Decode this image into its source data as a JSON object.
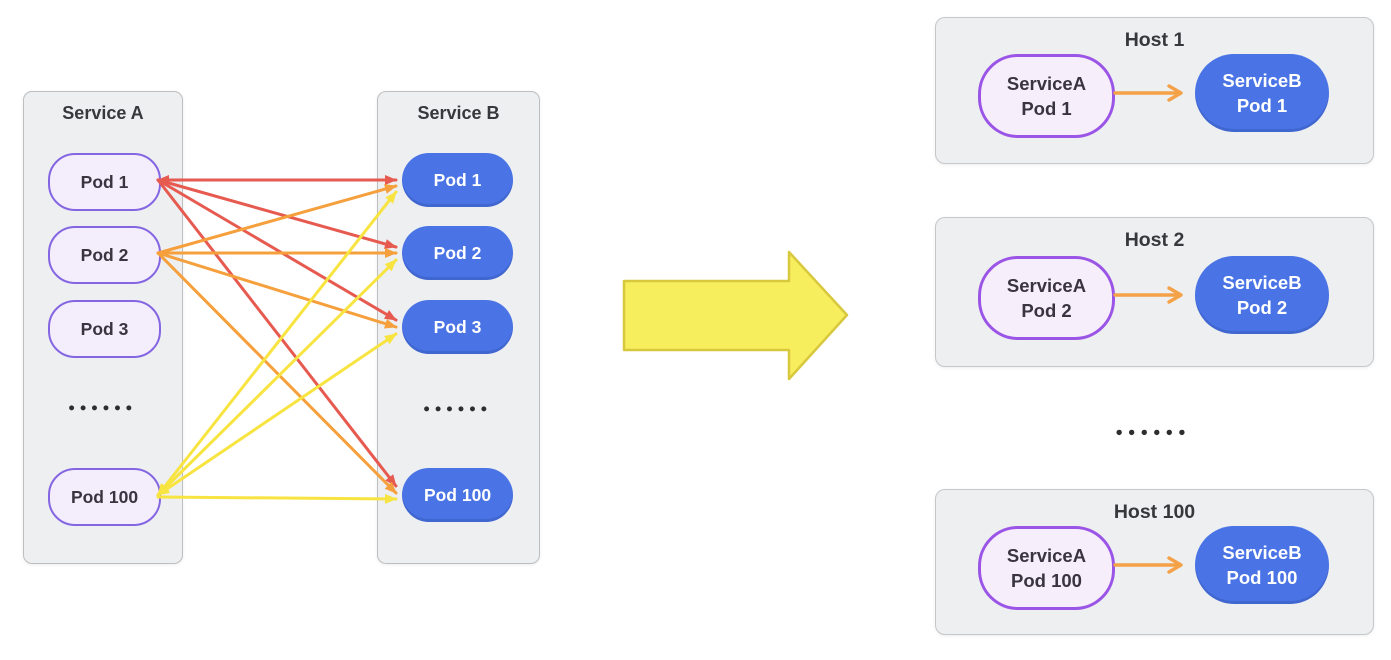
{
  "service_a": {
    "title": "Service A",
    "pods": [
      {
        "label": "Pod 1"
      },
      {
        "label": "Pod 2"
      },
      {
        "label": "Pod 3"
      },
      {
        "label": "Pod 100"
      }
    ],
    "ellipsis": "●●●●●●"
  },
  "service_b": {
    "title": "Service B",
    "pods": [
      {
        "label": "Pod 1"
      },
      {
        "label": "Pod 2"
      },
      {
        "label": "Pod 3"
      },
      {
        "label": "Pod 100"
      }
    ],
    "ellipsis": "●●●●●●"
  },
  "connections": [
    {
      "from": "Service A Pod 1",
      "to": "Service B Pod 1",
      "color": "red"
    },
    {
      "from": "Service A Pod 1",
      "to": "Service B Pod 2",
      "color": "red"
    },
    {
      "from": "Service A Pod 1",
      "to": "Service B Pod 3",
      "color": "red"
    },
    {
      "from": "Service A Pod 1",
      "to": "Service B Pod 100",
      "color": "red"
    },
    {
      "from": "Service A Pod 2",
      "to": "Service B Pod 1",
      "color": "orange"
    },
    {
      "from": "Service A Pod 2",
      "to": "Service B Pod 2",
      "color": "orange"
    },
    {
      "from": "Service A Pod 2",
      "to": "Service B Pod 3",
      "color": "orange"
    },
    {
      "from": "Service A Pod 2",
      "to": "Service B Pod 100",
      "color": "orange"
    },
    {
      "from": "Service A Pod 100",
      "to": "Service B Pod 1",
      "color": "yellow"
    },
    {
      "from": "Service A Pod 100",
      "to": "Service B Pod 2",
      "color": "yellow"
    },
    {
      "from": "Service A Pod 100",
      "to": "Service B Pod 3",
      "color": "yellow"
    },
    {
      "from": "Service A Pod 100",
      "to": "Service B Pod 100",
      "color": "yellow"
    }
  ],
  "hosts": {
    "items": [
      {
        "title": "Host 1",
        "pod_a": {
          "line1": "ServiceA",
          "line2": "Pod 1"
        },
        "pod_b": {
          "line1": "ServiceB",
          "line2": "Pod 1"
        }
      },
      {
        "title": "Host 2",
        "pod_a": {
          "line1": "ServiceA",
          "line2": "Pod 2"
        },
        "pod_b": {
          "line1": "ServiceB",
          "line2": "Pod 2"
        }
      },
      {
        "title": "Host 100",
        "pod_a": {
          "line1": "ServiceA",
          "line2": "Pod 100"
        },
        "pod_b": {
          "line1": "ServiceB",
          "line2": "Pod 100"
        }
      }
    ],
    "ellipsis": "●●●●●●"
  },
  "colors": {
    "service_box_bg": "#edeff1",
    "service_box_border": "#bcbec0",
    "pod_a_fill": "#f4edfb",
    "pod_a_border": "#8465e2",
    "host_pod_a_border": "#9b55e6",
    "pod_b_fill": "#4a74e6",
    "pod_b_text": "#ffffff",
    "arrow_red": "#e65a50",
    "arrow_orange": "#f5a03c",
    "arrow_yellow": "#f8e440",
    "big_arrow_fill": "#f7ee5e",
    "big_arrow_stroke": "#d8c83e",
    "host_arrow_orange": "#f5a147",
    "text_dark": "#36383b",
    "ellipsis_dots": "#2e2e2e"
  }
}
